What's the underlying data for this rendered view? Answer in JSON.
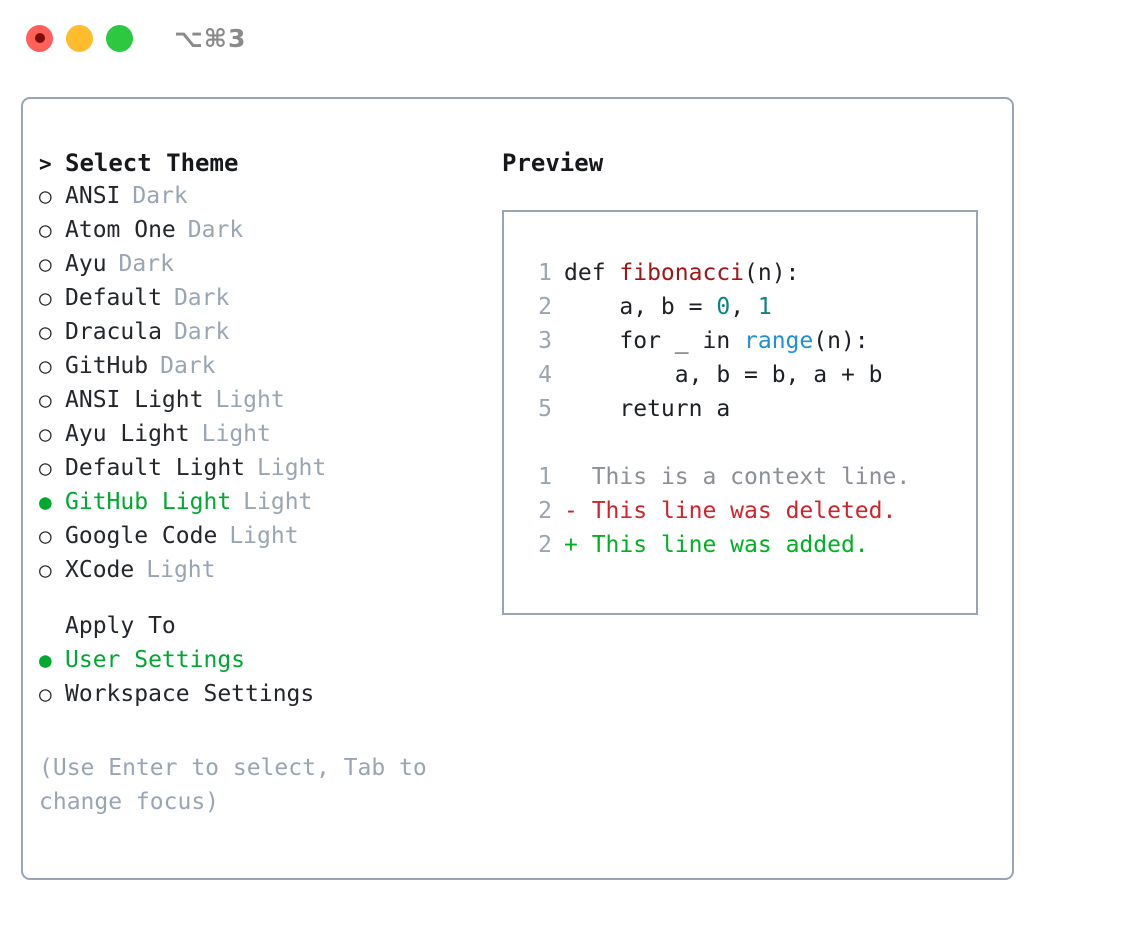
{
  "titlebar": {
    "shortcut": "⌥⌘3",
    "buttons": [
      {
        "name": "close",
        "color": "#ff6159"
      },
      {
        "name": "minimize",
        "color": "#ffbd2e"
      },
      {
        "name": "maximize",
        "color": "#2bc840"
      }
    ]
  },
  "theme_selector": {
    "prompt": ">",
    "heading": "Select Theme",
    "unselected_marker": "○",
    "selected_marker": "●",
    "items": [
      {
        "label": "ANSI",
        "badge": "Dark",
        "selected": false
      },
      {
        "label": "Atom One",
        "badge": "Dark",
        "selected": false
      },
      {
        "label": "Ayu",
        "badge": "Dark",
        "selected": false
      },
      {
        "label": "Default",
        "badge": "Dark",
        "selected": false
      },
      {
        "label": "Dracula",
        "badge": "Dark",
        "selected": false
      },
      {
        "label": "GitHub",
        "badge": "Dark",
        "selected": false
      },
      {
        "label": "ANSI Light",
        "badge": "Light",
        "selected": false
      },
      {
        "label": "Ayu Light",
        "badge": "Light",
        "selected": false
      },
      {
        "label": "Default Light",
        "badge": "Light",
        "selected": false
      },
      {
        "label": "GitHub Light",
        "badge": "Light",
        "selected": true
      },
      {
        "label": "Google Code",
        "badge": "Light",
        "selected": false
      },
      {
        "label": "XCode",
        "badge": "Light",
        "selected": false
      }
    ]
  },
  "apply_to": {
    "heading": "Apply To",
    "items": [
      {
        "label": "User Settings",
        "selected": true
      },
      {
        "label": "Workspace Settings",
        "selected": false
      }
    ]
  },
  "hint": "(Use Enter to select, Tab to change focus)",
  "preview": {
    "heading": "Preview",
    "code_lines": [
      {
        "no": "1",
        "segments": [
          {
            "text": "def ",
            "kind": "plain"
          },
          {
            "text": "fibonacci",
            "kind": "fn"
          },
          {
            "text": "(n):",
            "kind": "plain"
          }
        ]
      },
      {
        "no": "2",
        "segments": [
          {
            "text": "    a, b = ",
            "kind": "plain"
          },
          {
            "text": "0",
            "kind": "num"
          },
          {
            "text": ", ",
            "kind": "plain"
          },
          {
            "text": "1",
            "kind": "num"
          }
        ]
      },
      {
        "no": "3",
        "segments": [
          {
            "text": "    for _ in ",
            "kind": "plain"
          },
          {
            "text": "range",
            "kind": "call"
          },
          {
            "text": "(n):",
            "kind": "plain"
          }
        ]
      },
      {
        "no": "4",
        "segments": [
          {
            "text": "        a, b = b, a + b",
            "kind": "plain"
          }
        ]
      },
      {
        "no": "5",
        "segments": [
          {
            "text": "    return a",
            "kind": "plain"
          }
        ]
      }
    ],
    "diff_lines": [
      {
        "no": "1",
        "sign": " ",
        "text": " This is a context line.",
        "kind": "ctx"
      },
      {
        "no": "2",
        "sign": "-",
        "text": " This line was deleted.",
        "kind": "del"
      },
      {
        "no": "2",
        "sign": "+",
        "text": " This line was added.",
        "kind": "add"
      }
    ]
  },
  "colors": {
    "accent_green": "#00a832",
    "muted": "#9aa5b4",
    "border": "#9aa5b4",
    "diff_delete": "#d2232a",
    "diff_add": "#00b023",
    "syntax_function": "#a31515",
    "syntax_number": "#0e8384",
    "syntax_call": "#1f8fd6"
  }
}
